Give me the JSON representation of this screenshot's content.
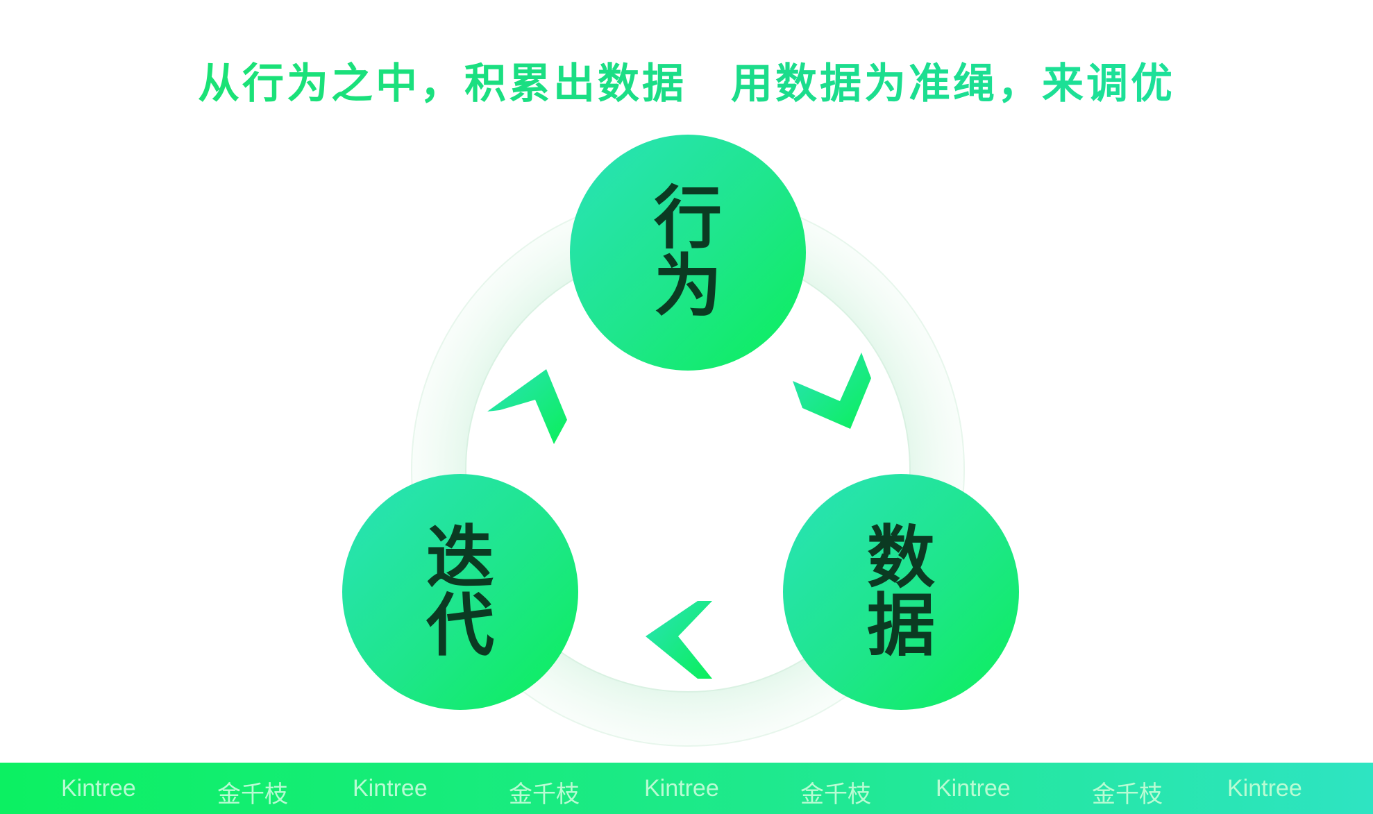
{
  "headline": "从行为之中，积累出数据　用数据为准绳，来调优",
  "nodes": {
    "behavior": [
      "行",
      "为"
    ],
    "data": [
      "数",
      "据"
    ],
    "iterate": [
      "迭",
      "代"
    ]
  },
  "footer": {
    "items": [
      "Kintree",
      "金千枝",
      "Kintree",
      "金千枝",
      "Kintree",
      "金千枝",
      "Kintree",
      "金千枝",
      "Kintree"
    ]
  },
  "colors": {
    "accent": "#19e46e",
    "teal": "#2ae2b9",
    "node_text": "#0b3a22"
  }
}
